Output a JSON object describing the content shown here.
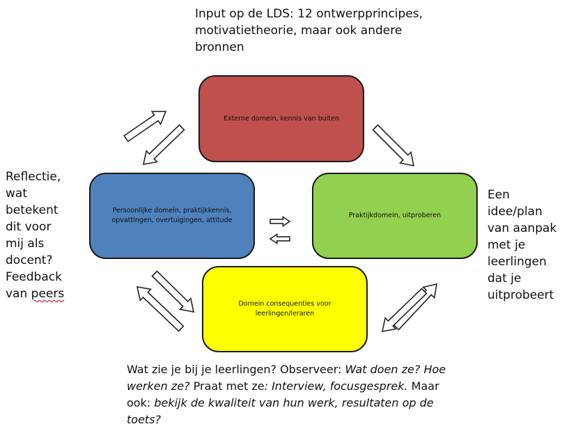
{
  "top_note": {
    "lines": [
      "Input op de LDS:  12 ontwerpprincipes,",
      "motivatietheorie, maar ook andere",
      "bronnen"
    ]
  },
  "left_note": {
    "lines": [
      "Reflectie,",
      "wat",
      "betekent",
      "dit voor",
      "mij als",
      "docent?",
      "Feedback"
    ],
    "last_line_prefix": "van ",
    "last_line_word": "peers"
  },
  "right_note": {
    "lines": [
      "Een",
      "idee/plan",
      "van aanpak",
      "met je",
      "leerlingen",
      "dat je",
      "uitprobeert"
    ]
  },
  "bottom_note": {
    "line1": {
      "a": "Wat zie je bij je leerlingen? Observeer: ",
      "b": "Wat doen ze? Hoe"
    },
    "line2": {
      "a": "werken ze?",
      "b": " Praat met ze",
      "c": ": Interview, focusgesprek.",
      "d": " Maar"
    },
    "line3": {
      "a": "ook: ",
      "b": "bekijk de kwaliteit van hun werk, resultaten op de"
    },
    "line4": {
      "a": "toets?"
    }
  },
  "boxes": {
    "extern": {
      "label": "Externe domein, kennis van buiten",
      "color": "#c0504d"
    },
    "persoonlijk": {
      "label": "Persoonlijke domein, praktijkkennis, opvattingen, overtuigingen, attitude",
      "color": "#4f81bd"
    },
    "praktijk": {
      "label": "Praktijkdomein, uitproberen",
      "color": "#92d050"
    },
    "consequenties": {
      "label": "Domein consequenties voor leerlingen/leraren",
      "color": "#ffff00"
    }
  },
  "arrows": [
    {
      "name": "arrow-persoonlijk-to-extern-icon"
    },
    {
      "name": "arrow-extern-to-persoonlijk-icon"
    },
    {
      "name": "arrow-extern-to-praktijk-icon"
    },
    {
      "name": "arrow-persoonlijk-to-praktijk-icon"
    },
    {
      "name": "arrow-praktijk-to-persoonlijk-icon"
    },
    {
      "name": "arrow-persoonlijk-to-consequenties-icon"
    },
    {
      "name": "arrow-consequenties-to-persoonlijk-icon"
    },
    {
      "name": "arrow-consequenties-to-praktijk-icon"
    },
    {
      "name": "arrow-praktijk-to-consequenties-icon"
    }
  ]
}
